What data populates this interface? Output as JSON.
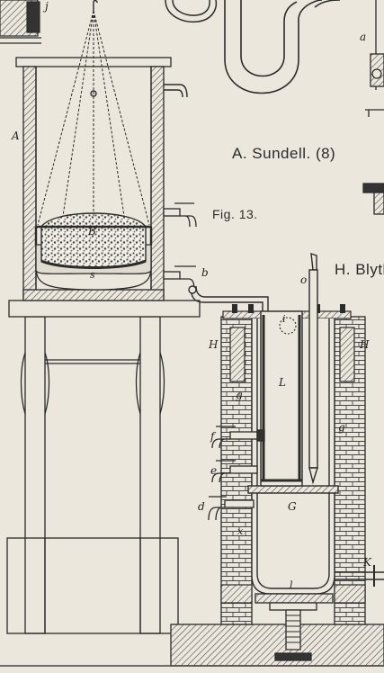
{
  "captions": {
    "author": "A. Sundell. (8)",
    "figure": "Fig. 13.",
    "blyth": "H. Blyth"
  },
  "labels": {
    "j": "j",
    "a_top": "a",
    "A": "A",
    "B": "B",
    "s": "s",
    "b": "b",
    "o": "o",
    "i": "i",
    "H_left": "H",
    "H_right": "H",
    "L": "L",
    "g_left": "g",
    "g_right": "g",
    "f": "f",
    "e": "e",
    "d": "d",
    "G": "G",
    "x": "x",
    "K": "K",
    "l": "l"
  },
  "colors": {
    "paper": "#ece7dc",
    "ink": "#2b2b2b",
    "hatch": "#555555"
  }
}
